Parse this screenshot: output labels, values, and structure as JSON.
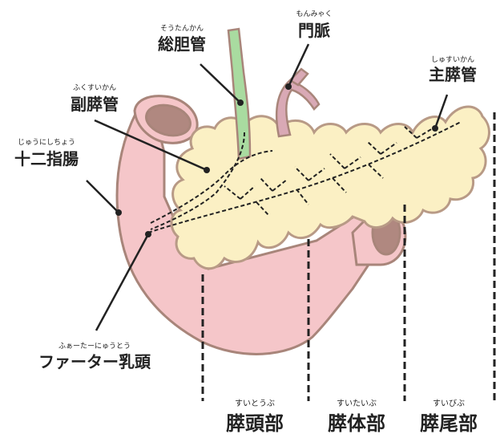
{
  "labels": {
    "common_bile_duct": {
      "ruby": "そうたんかん",
      "text": "総胆管"
    },
    "portal_vein": {
      "ruby": "もんみゃく",
      "text": "門脈"
    },
    "main_pancreatic_duct": {
      "ruby": "しゅすいかん",
      "text": "主膵管"
    },
    "accessory_pancreatic_duct": {
      "ruby": "ふくすいかん",
      "text": "副膵管"
    },
    "duodenum": {
      "ruby": "じゅうにしちょう",
      "text": "十二指腸"
    },
    "papilla_of_vater": {
      "ruby": "ふぁーたーにゅうとう",
      "text": "ファーター乳頭"
    },
    "pancreatic_head": {
      "ruby": "すいとうぶ",
      "text": "膵頭部"
    },
    "pancreatic_body": {
      "ruby": "すいたいぶ",
      "text": "膵体部"
    },
    "pancreatic_tail": {
      "ruby": "すいびぶ",
      "text": "膵尾部"
    }
  },
  "colors": {
    "duodenum_fill": "#f5c6c9",
    "duodenum_stroke": "#a8857a",
    "pancreas_fill": "#fbf0c4",
    "pancreas_stroke": "#b89a86",
    "bile_duct_fill": "#a9dba0",
    "portal_vein_fill": "#d9a9b5",
    "lumen_fill": "#b08880",
    "line": "#222222"
  }
}
